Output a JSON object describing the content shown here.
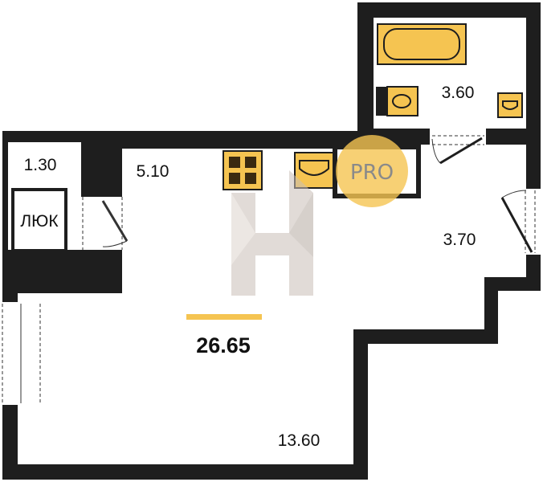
{
  "plan": {
    "total_area": "26.65",
    "rooms": [
      {
        "id": "storage",
        "area": "1.30"
      },
      {
        "id": "kitchen",
        "area": "5.10"
      },
      {
        "id": "bathroom",
        "area": "3.60"
      },
      {
        "id": "hallway",
        "area": "3.70"
      },
      {
        "id": "living",
        "area": "13.60"
      }
    ],
    "hatch_label": "ЛЮК",
    "watermark": "PRO",
    "colors": {
      "wall": "#1e1e1e",
      "fixture": "#f5c451",
      "accent": "#f5c451"
    }
  }
}
